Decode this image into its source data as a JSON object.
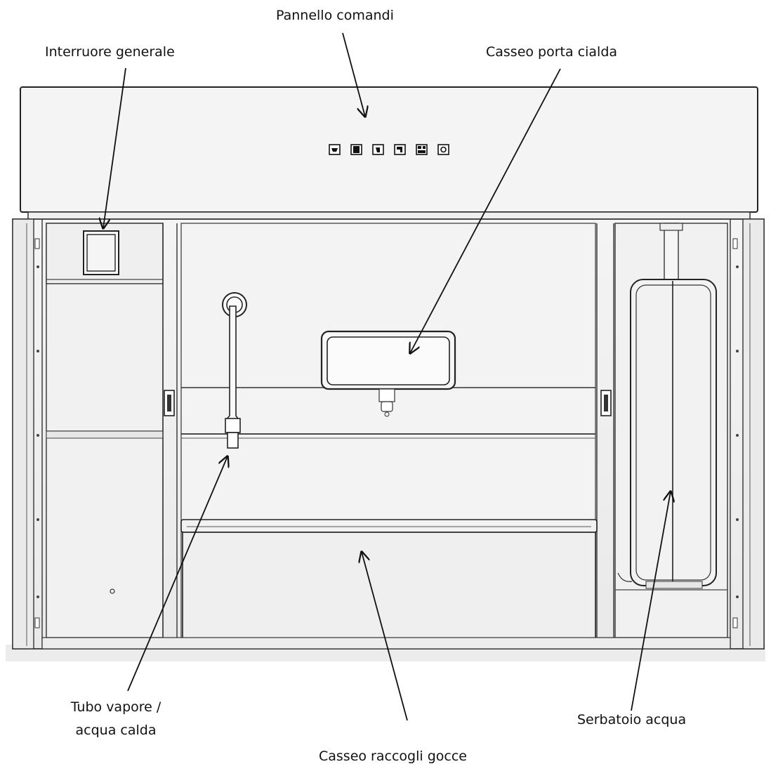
{
  "labels": {
    "control_panel": "Pannello comandi",
    "main_switch": "Interruore generale",
    "pod_drawer": "Casseo porta cialda",
    "steam_pipe_line1": "Tubo vapore /",
    "steam_pipe_line2": "acqua calda",
    "water_tank": "Serbatoio acqua",
    "drip_tray": "Casseo raccogli gocce"
  },
  "control_buttons": [
    {
      "icon": "cup-icon"
    },
    {
      "icon": "square-icon"
    },
    {
      "icon": "cup-small-icon"
    },
    {
      "icon": "cup-double-icon"
    },
    {
      "icon": "grid-icon"
    },
    {
      "icon": "drop-icon"
    }
  ]
}
